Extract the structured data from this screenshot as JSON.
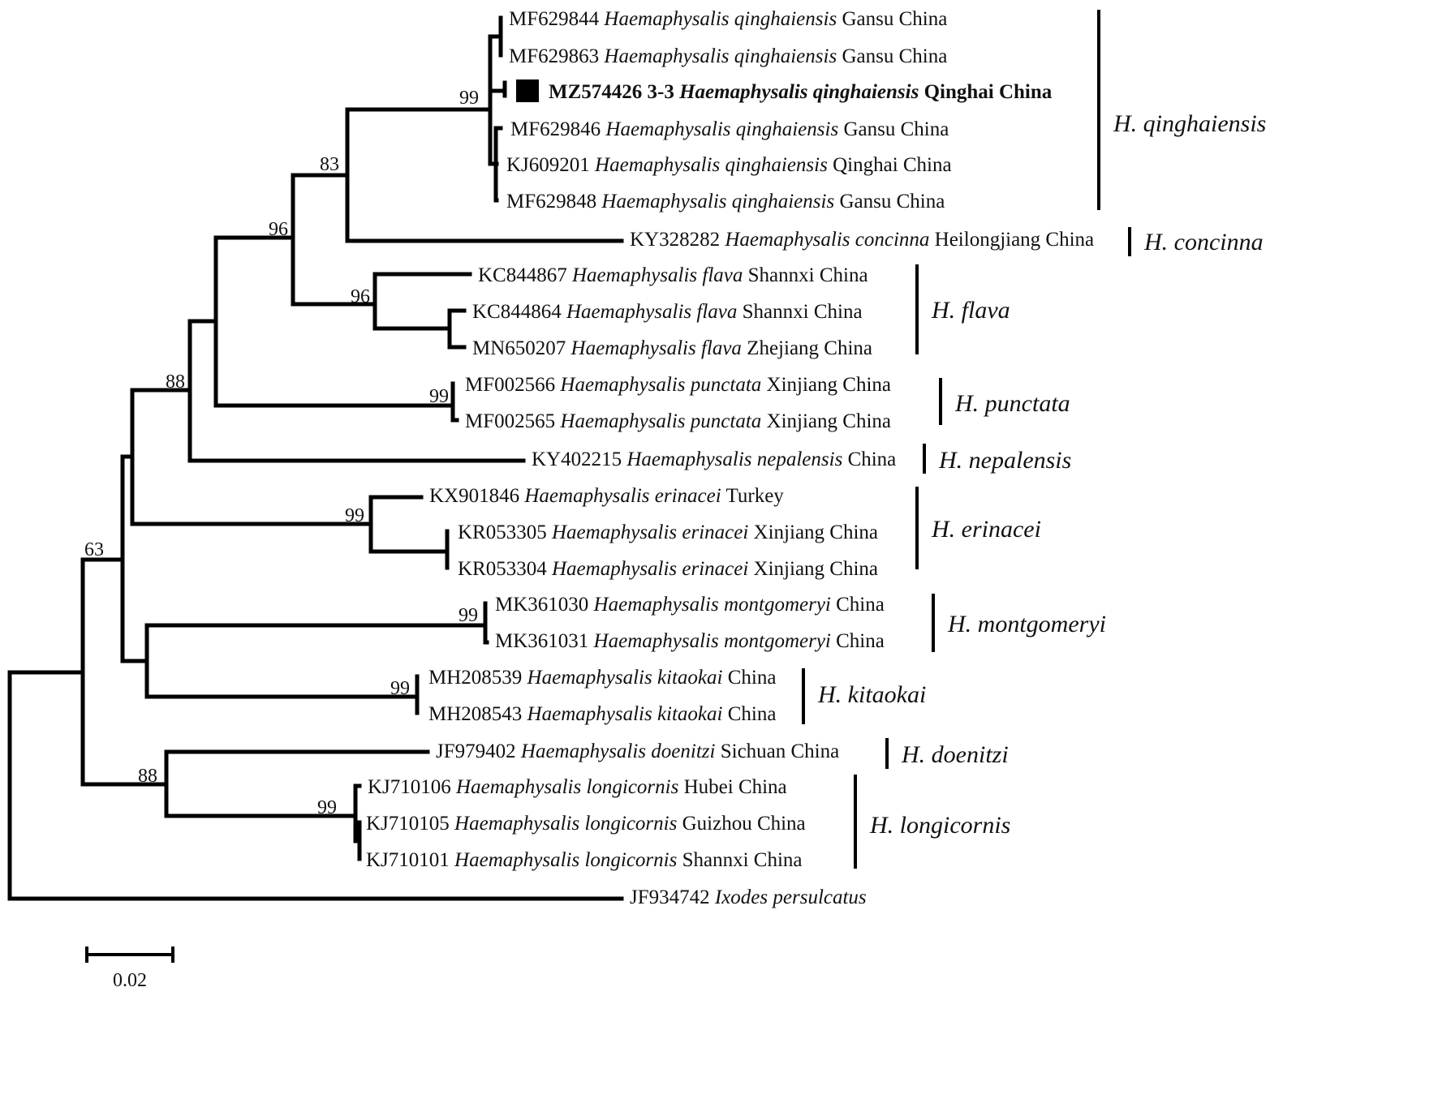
{
  "taxa": [
    {
      "acc": "MF629844",
      "species": "Haemaphysalis qinghaiensis",
      "loc": "Gansu China",
      "bold": false,
      "marker": false
    },
    {
      "acc": "MF629863",
      "species": "Haemaphysalis qinghaiensis",
      "loc": "Gansu China",
      "bold": false,
      "marker": false
    },
    {
      "acc": "MZ574426 3-3",
      "species": "Haemaphysalis qinghaiensis",
      "loc": "Qinghai China",
      "bold": true,
      "marker": true
    },
    {
      "acc": "MF629846",
      "species": "Haemaphysalis qinghaiensis",
      "loc": "Gansu China",
      "bold": false,
      "marker": false
    },
    {
      "acc": "KJ609201",
      "species": "Haemaphysalis qinghaiensis",
      "loc": "Qinghai China",
      "bold": false,
      "marker": false
    },
    {
      "acc": "MF629848",
      "species": "Haemaphysalis qinghaiensis",
      "loc": "Gansu China",
      "bold": false,
      "marker": false
    },
    {
      "acc": "KY328282",
      "species": "Haemaphysalis concinna",
      "loc": "Heilongjiang China",
      "bold": false,
      "marker": false
    },
    {
      "acc": "KC844867",
      "species": "Haemaphysalis flava",
      "loc": "Shannxi China",
      "bold": false,
      "marker": false
    },
    {
      "acc": "KC844864",
      "species": "Haemaphysalis flava",
      "loc": "Shannxi China",
      "bold": false,
      "marker": false
    },
    {
      "acc": "MN650207",
      "species": "Haemaphysalis flava",
      "loc": "Zhejiang China",
      "bold": false,
      "marker": false
    },
    {
      "acc": "MF002566",
      "species": "Haemaphysalis punctata",
      "loc": "Xinjiang China",
      "bold": false,
      "marker": false
    },
    {
      "acc": "MF002565",
      "species": "Haemaphysalis punctata",
      "loc": "Xinjiang China",
      "bold": false,
      "marker": false
    },
    {
      "acc": "KY402215",
      "species": "Haemaphysalis nepalensis",
      "loc": "China",
      "bold": false,
      "marker": false
    },
    {
      "acc": "KX901846",
      "species": "Haemaphysalis erinacei",
      "loc": "Turkey",
      "bold": false,
      "marker": false
    },
    {
      "acc": "KR053305",
      "species": "Haemaphysalis erinacei",
      "loc": "Xinjiang China",
      "bold": false,
      "marker": false
    },
    {
      "acc": "KR053304",
      "species": "Haemaphysalis erinacei",
      "loc": "Xinjiang China",
      "bold": false,
      "marker": false
    },
    {
      "acc": "MK361030",
      "species": "Haemaphysalis montgomeryi",
      "loc": "China",
      "bold": false,
      "marker": false
    },
    {
      "acc": "MK361031",
      "species": "Haemaphysalis montgomeryi",
      "loc": "China",
      "bold": false,
      "marker": false
    },
    {
      "acc": "MH208539",
      "species": "Haemaphysalis kitaokai",
      "loc": "China",
      "bold": false,
      "marker": false
    },
    {
      "acc": "MH208543",
      "species": "Haemaphysalis kitaokai",
      "loc": "China",
      "bold": false,
      "marker": false
    },
    {
      "acc": "JF979402",
      "species": "Haemaphysalis doenitzi",
      "loc": "Sichuan China",
      "bold": false,
      "marker": false
    },
    {
      "acc": "KJ710106",
      "species": "Haemaphysalis longicornis",
      "loc": "Hubei China",
      "bold": false,
      "marker": false
    },
    {
      "acc": "KJ710105",
      "species": "Haemaphysalis longicornis",
      "loc": "Guizhou China",
      "bold": false,
      "marker": false
    },
    {
      "acc": "KJ710101",
      "species": "Haemaphysalis longicornis",
      "loc": "Shannxi China",
      "bold": false,
      "marker": false
    },
    {
      "acc": "JF934742",
      "species": "Ixodes persulcatus",
      "loc": "",
      "bold": false,
      "marker": false
    }
  ],
  "bootstrap": [
    "99",
    "83",
    "96",
    "96",
    "99",
    "88",
    "99",
    "99",
    "99",
    "63",
    "88",
    "99"
  ],
  "clades": [
    {
      "name": "H. qinghaiensis",
      "first_taxon": 0,
      "last_taxon": 5
    },
    {
      "name": "H. concinna",
      "first_taxon": 6,
      "last_taxon": 6
    },
    {
      "name": "H. flava",
      "first_taxon": 7,
      "last_taxon": 9
    },
    {
      "name": "H. punctata",
      "first_taxon": 10,
      "last_taxon": 11
    },
    {
      "name": "H. nepalensis",
      "first_taxon": 12,
      "last_taxon": 12
    },
    {
      "name": "H. erinacei",
      "first_taxon": 13,
      "last_taxon": 15
    },
    {
      "name": "H. montgomeryi",
      "first_taxon": 16,
      "last_taxon": 17
    },
    {
      "name": "H. kitaokai",
      "first_taxon": 18,
      "last_taxon": 19
    },
    {
      "name": "H. doenitzi",
      "first_taxon": 20,
      "last_taxon": 20
    },
    {
      "name": "H. longicornis",
      "first_taxon": 21,
      "last_taxon": 23
    }
  ],
  "scale_bar": {
    "label": "0.02"
  }
}
